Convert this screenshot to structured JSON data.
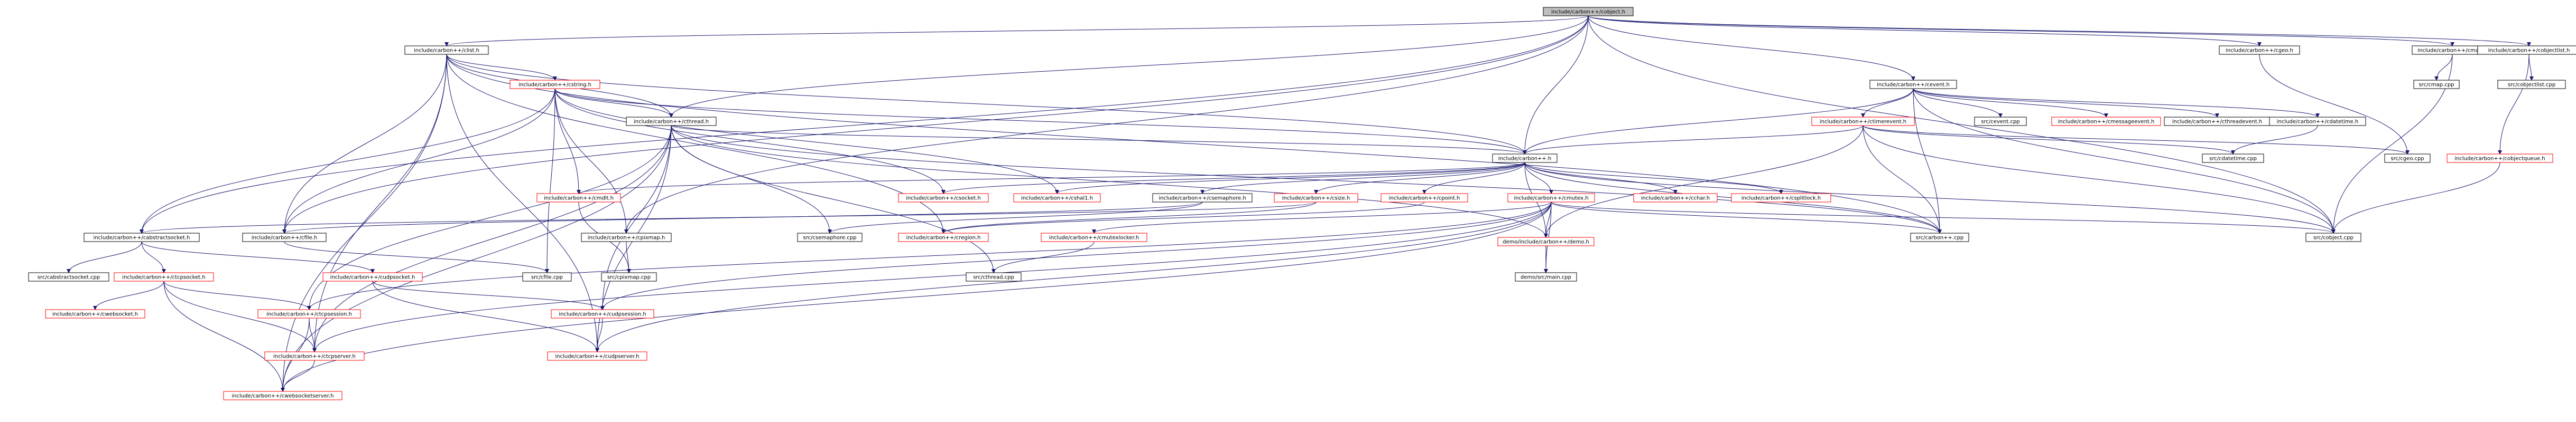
{
  "nodes": [
    {
      "id": "root",
      "label": "include/carbon++/cobject.h",
      "style": "root"
    },
    {
      "id": "clist_h",
      "label": "include/carbon++/clist.h",
      "style": "plain"
    },
    {
      "id": "ccgeo_h",
      "label": "include/carbon++/cgeo.h",
      "style": "plain"
    },
    {
      "id": "cmap_h",
      "label": "include/carbon++/cmap.h",
      "style": "plain"
    },
    {
      "id": "cobjectlist_h",
      "label": "include/carbon++/cobjectlist.h",
      "style": "plain"
    },
    {
      "id": "cstring_h",
      "label": "include/carbon++/cstring.h",
      "style": "red"
    },
    {
      "id": "cevent_h",
      "label": "include/carbon++/cevent.h",
      "style": "plain"
    },
    {
      "id": "cmap_cpp",
      "label": "src/cmap.cpp",
      "style": "plain"
    },
    {
      "id": "cobjectlist_cpp",
      "label": "src/cobjectlist.cpp",
      "style": "plain"
    },
    {
      "id": "cthread_h",
      "label": "include/carbon++/cthread.h",
      "style": "plain"
    },
    {
      "id": "ctimerevent_h",
      "label": "include/carbon++/ctimerevent.h",
      "style": "red"
    },
    {
      "id": "cevent_cpp",
      "label": "src/cevent.cpp",
      "style": "plain"
    },
    {
      "id": "cmessageevent_h",
      "label": "include/carbon++/cmessageevent.h",
      "style": "red"
    },
    {
      "id": "cthreadevent_h",
      "label": "include/carbon++/cthreadevent.h",
      "style": "plain"
    },
    {
      "id": "cdatetime_h",
      "label": "include/carbon++/cdatetime.h",
      "style": "plain"
    },
    {
      "id": "cobjectqueue_h",
      "label": "include/carbon++/cobjectqueue.h",
      "style": "red"
    },
    {
      "id": "cdatetime_cpp",
      "label": "src/cdatetime.cpp",
      "style": "plain"
    },
    {
      "id": "ccgeo_cpp",
      "label": "src/cgeo.cpp",
      "style": "plain"
    },
    {
      "id": "carbon_h",
      "label": "include/carbon++.h",
      "style": "plain"
    },
    {
      "id": "cmdlt_h",
      "label": "include/carbon++/cmdlt.h",
      "style": "red"
    },
    {
      "id": "csocket_h",
      "label": "include/carbon++/csocket.h",
      "style": "red"
    },
    {
      "id": "cshal_h",
      "label": "include/carbon++/cshal1.h",
      "style": "red"
    },
    {
      "id": "csemaphore_h",
      "label": "include/carbon++/csemaphore.h",
      "style": "plain"
    },
    {
      "id": "csize_h",
      "label": "include/carbon++/csize.h",
      "style": "red"
    },
    {
      "id": "cpoint_h",
      "label": "include/carbon++/cpoint.h",
      "style": "red"
    },
    {
      "id": "cmutex_h",
      "label": "include/carbon++/cmutex.h",
      "style": "red"
    },
    {
      "id": "cchar_h",
      "label": "include/carbon++/cchar.h",
      "style": "red"
    },
    {
      "id": "csplitlock_h",
      "label": "include/carbon++/csplitlock.h",
      "style": "red"
    },
    {
      "id": "cabstractsocket_h",
      "label": "include/carbon++/cabstractsocket.h",
      "style": "plain"
    },
    {
      "id": "cfile_h",
      "label": "include/carbon++/cfile.h",
      "style": "plain"
    },
    {
      "id": "cpixmap_h",
      "label": "include/carbon++/cpixmap.h",
      "style": "plain"
    },
    {
      "id": "csemaphore_cpp",
      "label": "src/csemaphore.cpp",
      "style": "plain"
    },
    {
      "id": "cregion_h",
      "label": "include/carbon++/cregion.h",
      "style": "red"
    },
    {
      "id": "cmutexlocker_h",
      "label": "include/carbon++/cmutexlocker.h",
      "style": "red"
    },
    {
      "id": "demo_h",
      "label": "demo/include/carbon++/demo.h",
      "style": "red"
    },
    {
      "id": "carbon_cpp",
      "label": "src/carbon++.cpp",
      "style": "plain"
    },
    {
      "id": "cobject_cpp",
      "label": "src/cobject.cpp",
      "style": "plain"
    },
    {
      "id": "cabstractsocket_cpp",
      "label": "src/cabstractsocket.cpp",
      "style": "plain"
    },
    {
      "id": "ctcpsocket_h",
      "label": "include/carbon++/ctcpsocket.h",
      "style": "red"
    },
    {
      "id": "cudpsocket_h",
      "label": "include/carbon++/cudpsocket.h",
      "style": "red"
    },
    {
      "id": "cfile_cpp",
      "label": "src/cfile.cpp",
      "style": "plain"
    },
    {
      "id": "cpixmap_cpp",
      "label": "src/cpixmap.cpp",
      "style": "plain"
    },
    {
      "id": "cthread_cpp",
      "label": "src/cthread.cpp",
      "style": "plain"
    },
    {
      "id": "demo_main_cpp",
      "label": "demo/src/main.cpp",
      "style": "plain"
    },
    {
      "id": "cwebsocket_h",
      "label": "include/carbon++/cwebsocket.h",
      "style": "red"
    },
    {
      "id": "ctcpsession_h",
      "label": "include/carbon++/ctcpsession.h",
      "style": "red"
    },
    {
      "id": "cudpsession_h",
      "label": "include/carbon++/cudpsession.h",
      "style": "red"
    },
    {
      "id": "ctcpserver_h",
      "label": "include/carbon++/ctcpserver.h",
      "style": "red"
    },
    {
      "id": "cudpserver_h",
      "label": "include/carbon++/cudpserver.h",
      "style": "red"
    },
    {
      "id": "cwebsocketserver_h",
      "label": "include/carbon++/cwebsocketserver.h",
      "style": "red"
    }
  ],
  "edges": [
    [
      "root",
      "clist_h"
    ],
    [
      "root",
      "ccgeo_h"
    ],
    [
      "root",
      "cmap_h"
    ],
    [
      "root",
      "cobjectlist_h"
    ],
    [
      "root",
      "cevent_h"
    ],
    [
      "root",
      "cthread_h"
    ],
    [
      "root",
      "carbon_h"
    ],
    [
      "root",
      "cabstractsocket_h"
    ],
    [
      "root",
      "cfile_h"
    ],
    [
      "root",
      "cpixmap_h"
    ],
    [
      "root",
      "cobject_cpp"
    ],
    [
      "clist_h",
      "cstring_h"
    ],
    [
      "clist_h",
      "carbon_h"
    ],
    [
      "clist_h",
      "cfile_h"
    ],
    [
      "clist_h",
      "cregion_h"
    ],
    [
      "clist_h",
      "carbon_cpp"
    ],
    [
      "clist_h",
      "ctcpserver_h"
    ],
    [
      "clist_h",
      "cudpserver_h"
    ],
    [
      "clist_h",
      "cwebsocketserver_h"
    ],
    [
      "clist_h",
      "cthread_h"
    ],
    [
      "ccgeo_h",
      "ccgeo_cpp"
    ],
    [
      "cmap_h",
      "cmap_cpp"
    ],
    [
      "cmap_h",
      "cobject_cpp"
    ],
    [
      "cobjectlist_h",
      "cobjectlist_cpp"
    ],
    [
      "cobjectlist_h",
      "cobjectqueue_h"
    ],
    [
      "cstring_h",
      "cthread_h"
    ],
    [
      "cstring_h",
      "carbon_h"
    ],
    [
      "cstring_h",
      "cmdlt_h"
    ],
    [
      "cstring_h",
      "csocket_h"
    ],
    [
      "cstring_h",
      "cshal_h"
    ],
    [
      "cstring_h",
      "cabstractsocket_h"
    ],
    [
      "cstring_h",
      "cfile_h"
    ],
    [
      "cstring_h",
      "cfile_cpp"
    ],
    [
      "cstring_h",
      "cpixmap_h"
    ],
    [
      "cevent_h",
      "ctimerevent_h"
    ],
    [
      "cevent_h",
      "cevent_cpp"
    ],
    [
      "cevent_h",
      "cmessageevent_h"
    ],
    [
      "cevent_h",
      "cthreadevent_h"
    ],
    [
      "cevent_h",
      "cdatetime_h"
    ],
    [
      "cevent_h",
      "carbon_h"
    ],
    [
      "cevent_h",
      "cobject_cpp"
    ],
    [
      "cevent_h",
      "carbon_cpp"
    ],
    [
      "cthread_h",
      "carbon_h"
    ],
    [
      "cthread_h",
      "csemaphore_cpp"
    ],
    [
      "cthread_h",
      "cthread_cpp"
    ],
    [
      "cthread_h",
      "ctcpsession_h"
    ],
    [
      "cthread_h",
      "cudpsession_h"
    ],
    [
      "cthread_h",
      "ctcpserver_h"
    ],
    [
      "cthread_h",
      "cudpserver_h"
    ],
    [
      "cthread_h",
      "cwebsocketserver_h"
    ],
    [
      "cthread_h",
      "carbon_cpp"
    ],
    [
      "cthread_h",
      "demo_h"
    ],
    [
      "ctimerevent_h",
      "carbon_h"
    ],
    [
      "ctimerevent_h",
      "cdatetime_cpp"
    ],
    [
      "ctimerevent_h",
      "ccgeo_cpp"
    ],
    [
      "ctimerevent_h",
      "cobject_cpp"
    ],
    [
      "ctimerevent_h",
      "carbon_cpp"
    ],
    [
      "ctimerevent_h",
      "demo_h"
    ],
    [
      "cdatetime_h",
      "cdatetime_cpp"
    ],
    [
      "cobjectqueue_h",
      "cobject_cpp"
    ],
    [
      "carbon_h",
      "cmdlt_h"
    ],
    [
      "carbon_h",
      "csocket_h"
    ],
    [
      "carbon_h",
      "cshal_h"
    ],
    [
      "carbon_h",
      "csemaphore_h"
    ],
    [
      "carbon_h",
      "csize_h"
    ],
    [
      "carbon_h",
      "cpoint_h"
    ],
    [
      "carbon_h",
      "cmutex_h"
    ],
    [
      "carbon_h",
      "cchar_h"
    ],
    [
      "carbon_h",
      "csplitlock_h"
    ],
    [
      "carbon_h",
      "carbon_cpp"
    ],
    [
      "carbon_h",
      "demo_h"
    ],
    [
      "carbon_h",
      "cobject_cpp"
    ],
    [
      "cmdlt_h",
      "cpixmap_cpp"
    ],
    [
      "csemaphore_h",
      "csemaphore_cpp"
    ],
    [
      "csemaphore_h",
      "cfile_h"
    ],
    [
      "csize_h",
      "cregion_h"
    ],
    [
      "csize_h",
      "cabstractsocket_h"
    ],
    [
      "cpoint_h",
      "cregion_h"
    ],
    [
      "cmutex_h",
      "cmutexlocker_h"
    ],
    [
      "cmutex_h",
      "demo_h"
    ],
    [
      "cmutex_h",
      "carbon_cpp"
    ],
    [
      "cmutex_h",
      "cobject_cpp"
    ],
    [
      "cmutex_h",
      "demo_main_cpp"
    ],
    [
      "cmutex_h",
      "ctcpsession_h"
    ],
    [
      "cmutex_h",
      "cudpsession_h"
    ],
    [
      "cmutex_h",
      "ctcpserver_h"
    ],
    [
      "cmutex_h",
      "cudpserver_h"
    ],
    [
      "cmutex_h",
      "cwebsocketserver_h"
    ],
    [
      "cmutexlocker_h",
      "cthread_cpp"
    ],
    [
      "demo_h",
      "demo_main_cpp"
    ],
    [
      "cabstractsocket_h",
      "cabstractsocket_cpp"
    ],
    [
      "cabstractsocket_h",
      "ctcpsocket_h"
    ],
    [
      "cabstractsocket_h",
      "cudpsocket_h"
    ],
    [
      "cfile_h",
      "cfile_cpp"
    ],
    [
      "cpixmap_h",
      "cpixmap_cpp"
    ],
    [
      "ctcpsocket_h",
      "cwebsocket_h"
    ],
    [
      "ctcpsocket_h",
      "ctcpsession_h"
    ],
    [
      "ctcpsocket_h",
      "ctcpserver_h"
    ],
    [
      "ctcpsocket_h",
      "cwebsocketserver_h"
    ],
    [
      "cudpsocket_h",
      "cudpsession_h"
    ],
    [
      "cudpsocket_h",
      "cudpserver_h"
    ],
    [
      "ctcpsession_h",
      "ctcpserver_h"
    ],
    [
      "ctcpsession_h",
      "cwebsocketserver_h"
    ],
    [
      "cudpsession_h",
      "cudpserver_h"
    ],
    [
      "ctcpserver_h",
      "cwebsocketserver_h"
    ]
  ]
}
